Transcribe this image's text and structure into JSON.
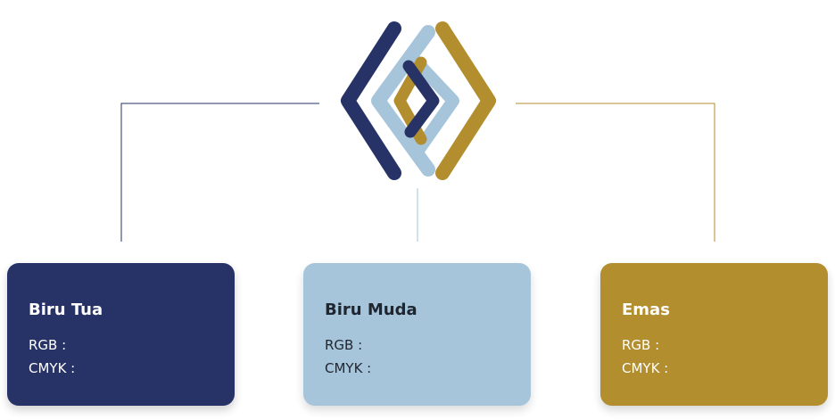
{
  "colors": {
    "dark_blue": "#273266",
    "light_blue": "#a6c4da",
    "gold": "#b28e2f",
    "dark_text": "#1f2630",
    "white_text": "#ffffff"
  },
  "logo": {
    "icon": "interlocking-diamonds-logo-icon"
  },
  "cards": [
    {
      "title": "Biru Tua",
      "rgb_label": "RGB :",
      "cmyk_label": "CMYK :"
    },
    {
      "title": "Biru Muda",
      "rgb_label": "RGB :",
      "cmyk_label": "CMYK :"
    },
    {
      "title": "Emas",
      "rgb_label": "RGB :",
      "cmyk_label": "CMYK :"
    }
  ]
}
